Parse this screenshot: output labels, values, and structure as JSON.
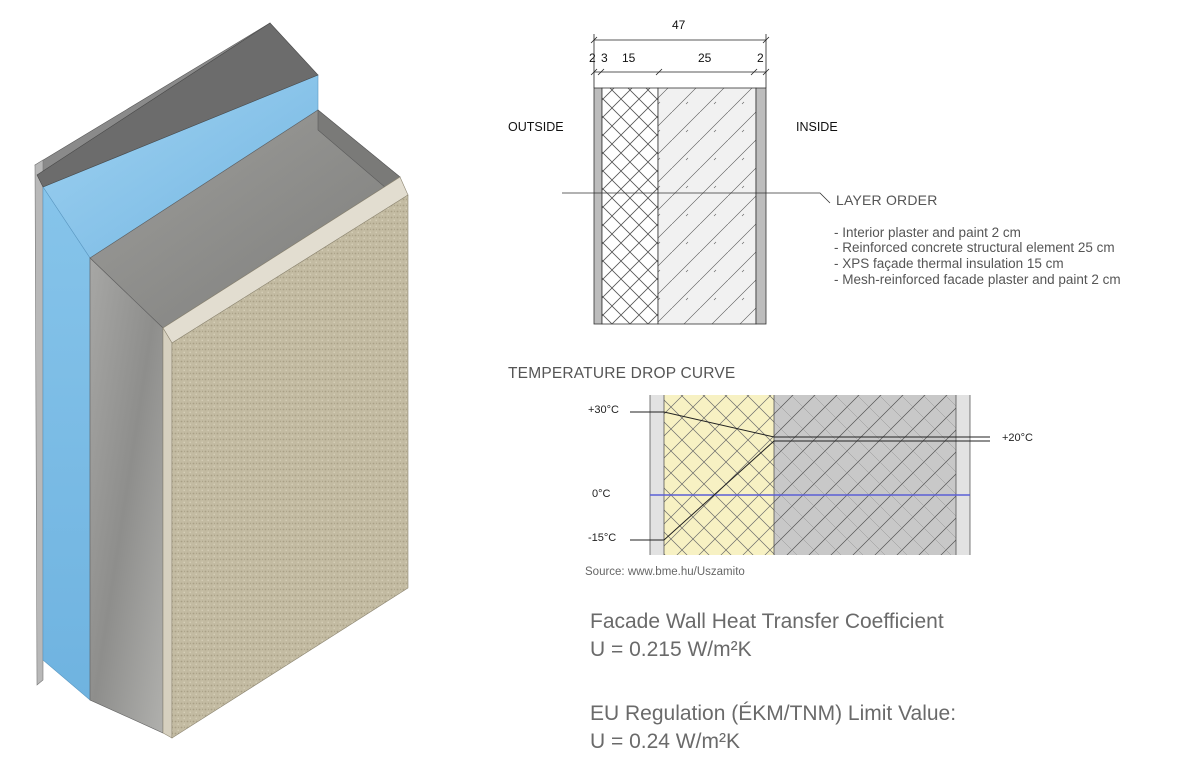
{
  "diagram": {
    "dimensions": {
      "total": "47",
      "layers": [
        "2",
        "3",
        "15",
        "25",
        "2"
      ]
    },
    "side_labels": {
      "outside": "OUTSIDE",
      "inside": "INSIDE"
    },
    "layer_order": {
      "title": "LAYER ORDER",
      "items": [
        "- Interior plaster and paint 2 cm",
        "- Reinforced concrete structural element 25 cm",
        "- XPS façade thermal insulation 15 cm",
        "- Mesh-reinforced facade plaster and paint 2 cm"
      ]
    },
    "temperature_curve": {
      "title": "TEMPERATURE DROP CURVE",
      "labels": {
        "outside_hot": "+30°C",
        "inside": "+20°C",
        "zero": "0°C",
        "outside_cold": "-15°C"
      },
      "source": "Source: www.bme.hu/Uszamito"
    },
    "coefficient": {
      "facade_title": "Facade Wall Heat Transfer Coefficient",
      "facade_value": "U = 0.215 W/m²K",
      "limit_title": "EU Regulation (ÉKM/TNM) Limit Value:",
      "limit_value": "U = 0.24 W/m²K"
    },
    "colors": {
      "xps_blue": "#7fbde6",
      "concrete": "#8f8f8f",
      "render": "#c3bba2",
      "insulation_yellow": "#f7f1c3",
      "zero_line": "#5b5fd6"
    }
  }
}
